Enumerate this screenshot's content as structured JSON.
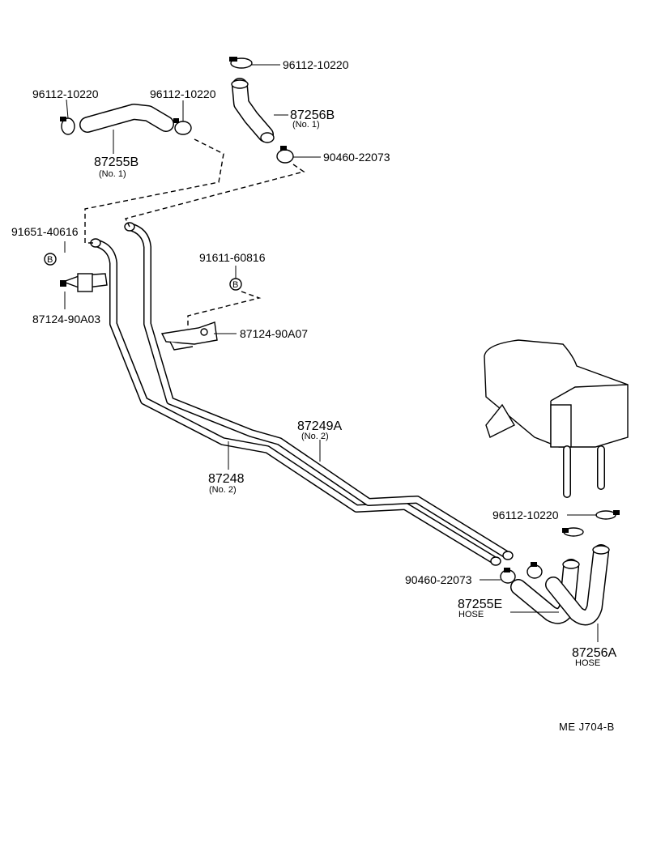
{
  "labels": {
    "p1_code": "96112-10220",
    "p2_code": "96112-10220",
    "p3_code": "96112-10220",
    "p4_code": "87256B",
    "p4_sub": "(No. 1)",
    "p5_code": "87255B",
    "p5_sub": "(No. 1)",
    "p6_code": "90460-22073",
    "p7_code": "91651-40616",
    "p8_code": "91611-60816",
    "p9_code": "87124-90A03",
    "p10_code": "87124-90A07",
    "p11_code": "87249A",
    "p11_sub": "(No. 2)",
    "p12_code": "87248",
    "p12_sub": "(No. 2)",
    "p13_code": "96112-10220",
    "p14_code": "90460-22073",
    "p15_code": "87255E",
    "p15_sub": "HOSE",
    "p16_code": "87256A",
    "p16_sub": "HOSE",
    "bolt_marker_1": "B",
    "bolt_marker_2": "B",
    "drawing_code": "ME  J704-B"
  }
}
